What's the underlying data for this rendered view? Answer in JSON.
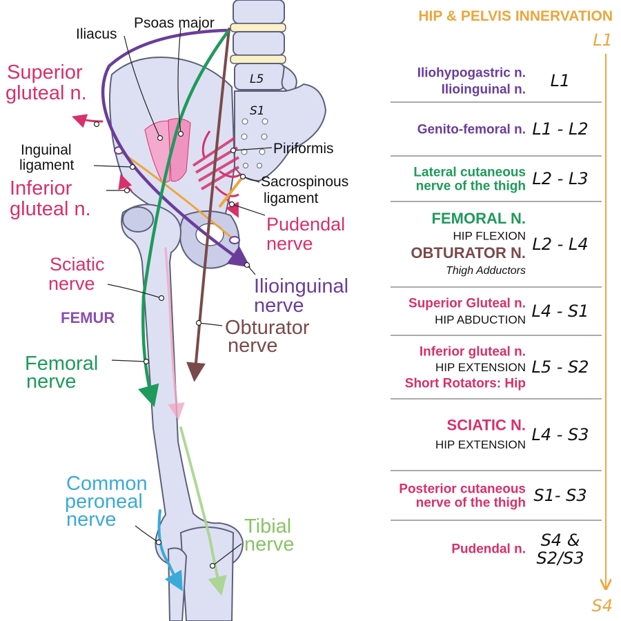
{
  "colors": {
    "orange": "#eea53c",
    "purple": "#6a3d9a",
    "green": "#1e9a5a",
    "magenta": "#d7306a",
    "brown": "#7a4a4a",
    "blue": "#3aaad8",
    "lightgreen": "#88c465",
    "black": "#111111"
  },
  "labels": {
    "iliacus": "Iliacus",
    "psoas_major": "Psoas major",
    "superior_gluteal_1": "Superior",
    "superior_gluteal_2": "gluteal n.",
    "inguinal_ligament_1": "Inguinal",
    "inguinal_ligament_2": "ligament",
    "inferior_gluteal_1": "Inferior",
    "inferior_gluteal_2": "gluteal n.",
    "l5": "L5",
    "s1": "S1",
    "piriformis": "Piriformis",
    "sacrospinous_1": "Sacrospinous",
    "sacrospinous_2": "ligament",
    "pudendal_1": "Pudendal",
    "pudendal_2": "nerve",
    "sciatic_1": "Sciatic",
    "sciatic_2": "nerve",
    "ilioinguinal_1": "Ilioinguinal",
    "ilioinguinal_2": "nerve",
    "femur": "FEMUR",
    "obturator_1": "Obturator",
    "obturator_2": "nerve",
    "femoral_1": "Femoral",
    "femoral_2": "nerve",
    "common_peroneal_1": "Common",
    "common_peroneal_2": "peroneal",
    "common_peroneal_3": "nerve",
    "tibial_1": "Tibial",
    "tibial_2": "nerve"
  },
  "table": {
    "title": "HIP & PELVIS INNERVATION",
    "axis_top": "L1",
    "axis_bottom": "S4",
    "rows": [
      {
        "lines": [
          {
            "text": "Iliohypogastric n.",
            "color": "purple"
          },
          {
            "text": "Ilioinguinal n.",
            "color": "purple"
          }
        ],
        "level": "L1"
      },
      {
        "lines": [
          {
            "text": "Genito-femoral n.",
            "color": "purple"
          }
        ],
        "level": "L1 - L2"
      },
      {
        "lines": [
          {
            "text": "Lateral cutaneous",
            "color": "green"
          },
          {
            "text": "nerve of the thigh",
            "color": "green"
          }
        ],
        "level": "L2 - L3"
      },
      {
        "lines": [
          {
            "text": "FEMORAL N.",
            "color": "green"
          },
          {
            "text": "HIP FLEXION",
            "color": "black"
          },
          {
            "text": "OBTURATOR N.",
            "color": "brown"
          },
          {
            "text": "Thigh Adductors",
            "color": "black"
          }
        ],
        "level": "L2 - L4"
      },
      {
        "lines": [
          {
            "text": "Superior Gluteal n.",
            "color": "magenta"
          },
          {
            "text": "HIP ABDUCTION",
            "color": "black"
          }
        ],
        "level": "L4 - S1"
      },
      {
        "lines": [
          {
            "text": "Inferior gluteal n.",
            "color": "magenta"
          },
          {
            "text": "HIP EXTENSION",
            "color": "black"
          },
          {
            "text": "Short Rotators: Hip",
            "color": "magenta"
          }
        ],
        "level": "L5 - S2"
      },
      {
        "lines": [
          {
            "text": "SCIATIC N.",
            "color": "magenta"
          },
          {
            "text": "HIP EXTENSION",
            "color": "black"
          }
        ],
        "level": "L4 - S3"
      },
      {
        "lines": [
          {
            "text": "Posterior cutaneous",
            "color": "magenta"
          },
          {
            "text": "nerve of the thigh",
            "color": "magenta"
          }
        ],
        "level": "S1- S3"
      },
      {
        "lines": [
          {
            "text": "Pudendal n.",
            "color": "magenta"
          }
        ],
        "level": "S4 & S2/S3"
      }
    ]
  }
}
